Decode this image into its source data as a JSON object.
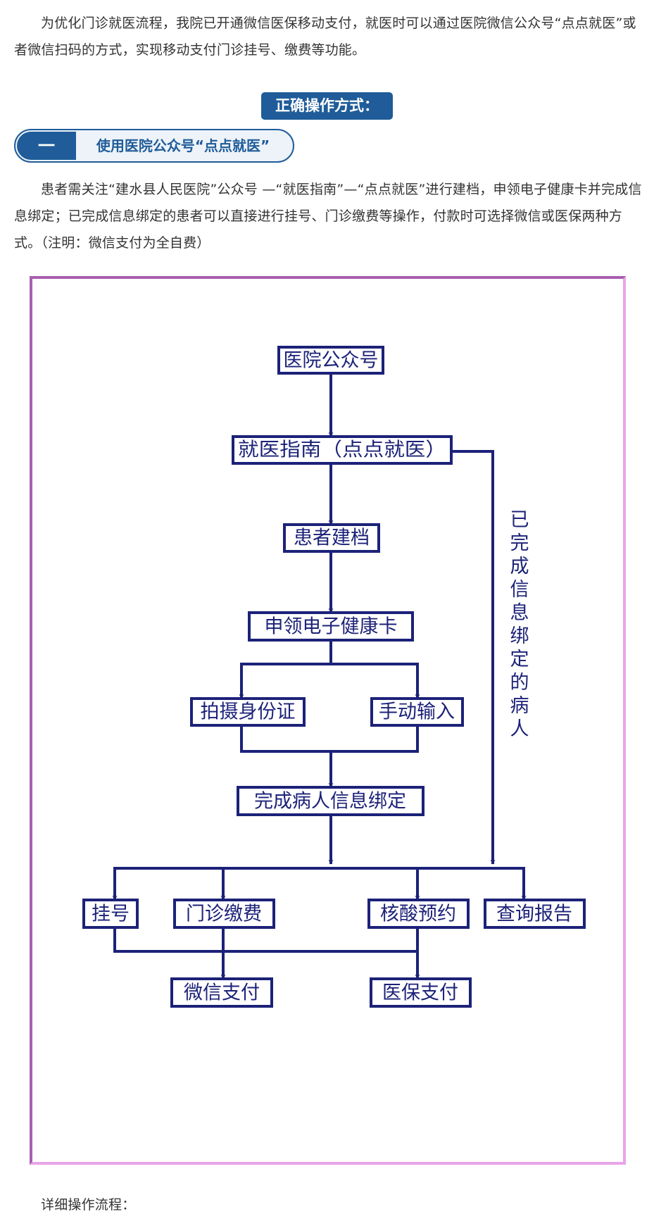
{
  "intro_text": "为优化门诊就医流程，我院已开通微信医保移动支付，就医时可以通过医院微信公众号“点点就医”或者微信扫码的方式，实现移动支付门诊挂号、缴费等功能。",
  "section_title": "正确操作方式：",
  "step": {
    "number": "一",
    "title": "使用医院公众号“点点就医”",
    "description": "患者需关注“建水县人民医院”公众号 —“就医指南”—“点点就医”进行建档，申领电子健康卡并完成信息绑定；已完成信息绑定的患者可以直接进行挂号、门诊缴费等操作，付款时可选择微信或医保两种方式。（注明：微信支付为全自费）"
  },
  "flowchart": {
    "hospital_account": "医院公众号",
    "medical_guide": "就医指南（点点就医）",
    "create_record": "患者建档",
    "apply_health_card": "申领电子健康卡",
    "photo_id": "拍摄身份证",
    "manual_input": "手动输入",
    "complete_binding": "完成病人信息绑定",
    "registration": "挂号",
    "outpatient_payment": "门诊缴费",
    "nucleic_appointment": "核酸预约",
    "query_report": "查询报告",
    "wechat_pay": "微信支付",
    "medical_insurance_pay": "医保支付",
    "bound_patient_label": "已完成信息绑定的病人",
    "colors": {
      "line": "#1c2278",
      "frame_left": "#a65fae",
      "frame_right": "#e9a3ea"
    }
  },
  "footer_text": "详细操作流程："
}
